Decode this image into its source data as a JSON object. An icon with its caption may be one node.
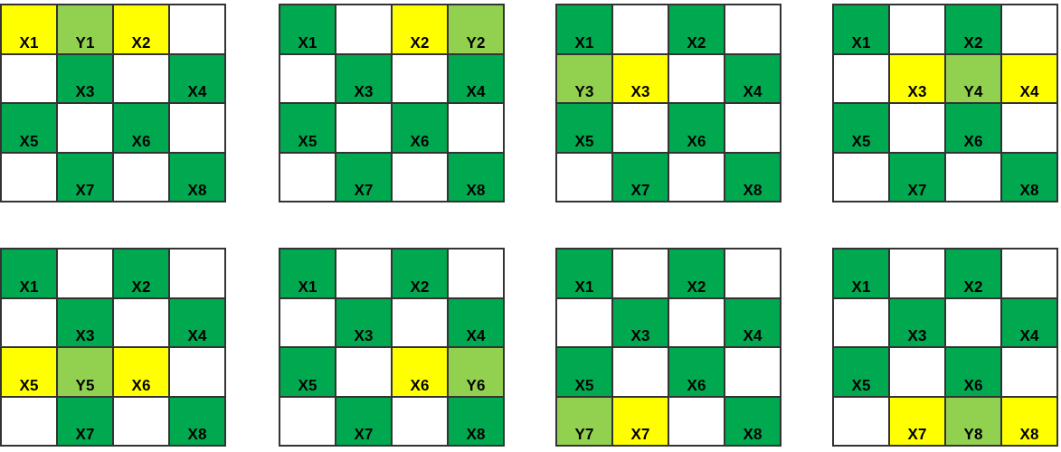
{
  "diagram": {
    "nodes": [
      {
        "text": [],
        "shape": "grid"
      },
      {
        "text": [
          "X1"
        ],
        "in": 0
      },
      {
        "text": [
          "Y1"
        ],
        "in": 0
      },
      {
        "text": [
          "X2"
        ],
        "in": 0
      },
      {
        "text": [],
        "shape": "box",
        "in": 0
      },
      {
        "text": [],
        "shape": "box",
        "in": 0
      },
      {
        "text": [
          "X3"
        ],
        "in": 0
      },
      {
        "text": [],
        "shape": "box",
        "in": 0
      },
      {
        "text": [
          "X4"
        ],
        "in": 0
      },
      {
        "text": [
          "X5"
        ],
        "in": 0
      },
      {
        "text": [],
        "shape": "box",
        "in": 0
      },
      {
        "text": [
          "X6"
        ],
        "in": 0
      },
      {
        "text": [],
        "shape": "box",
        "in": 0
      },
      {
        "text": [],
        "shape": "box",
        "in": 0
      },
      {
        "text": [
          "X7"
        ],
        "in": 0
      },
      {
        "text": [],
        "shape": "box",
        "in": 0
      },
      {
        "text": [
          "X8"
        ],
        "in": 0
      },
      {
        "text": [],
        "shape": "grid"
      },
      {
        "text": [
          "X1"
        ],
        "in": 17
      },
      {
        "text": [],
        "shape": "box",
        "in": 17
      },
      {
        "text": [
          "X2"
        ],
        "in": 17
      },
      {
        "text": [
          "Y2"
        ],
        "in": 17
      },
      {
        "text": [],
        "shape": "box",
        "in": 17
      },
      {
        "text": [
          "X3"
        ],
        "in": 17
      },
      {
        "text": [],
        "shape": "box",
        "in": 17
      },
      {
        "text": [
          "X4"
        ],
        "in": 17
      },
      {
        "text": [
          "X5"
        ],
        "in": 17
      },
      {
        "text": [],
        "shape": "box",
        "in": 17
      },
      {
        "text": [
          "X6"
        ],
        "in": 17
      },
      {
        "text": [],
        "shape": "box",
        "in": 17
      },
      {
        "text": [],
        "shape": "box",
        "in": 17
      },
      {
        "text": [
          "X7"
        ],
        "in": 17
      },
      {
        "text": [],
        "shape": "box",
        "in": 17
      },
      {
        "text": [
          "X8"
        ],
        "in": 17
      },
      {
        "text": [],
        "shape": "grid"
      },
      {
        "text": [
          "X1"
        ],
        "in": 34
      },
      {
        "text": [],
        "shape": "box",
        "in": 34
      },
      {
        "text": [
          "X2"
        ],
        "in": 34
      },
      {
        "text": [],
        "shape": "box",
        "in": 34
      },
      {
        "text": [
          "Y3"
        ],
        "in": 34
      },
      {
        "text": [
          "X3"
        ],
        "in": 34
      },
      {
        "text": [],
        "shape": "box",
        "in": 34
      },
      {
        "text": [
          "X4"
        ],
        "in": 34
      },
      {
        "text": [
          "X5"
        ],
        "in": 34
      },
      {
        "text": [],
        "shape": "box",
        "in": 34
      },
      {
        "text": [
          "X6"
        ],
        "in": 34
      },
      {
        "text": [],
        "shape": "box",
        "in": 34
      },
      {
        "text": [],
        "shape": "box",
        "in": 34
      },
      {
        "text": [
          "X7"
        ],
        "in": 34
      },
      {
        "text": [],
        "shape": "box",
        "in": 34
      },
      {
        "text": [
          "X8"
        ],
        "in": 34
      },
      {
        "text": [],
        "shape": "grid"
      },
      {
        "text": [
          "X1"
        ],
        "in": 51
      },
      {
        "text": [],
        "shape": "box",
        "in": 51
      },
      {
        "text": [
          "X2"
        ],
        "in": 51
      },
      {
        "text": [],
        "shape": "box",
        "in": 51
      },
      {
        "text": [],
        "shape": "box",
        "in": 51
      },
      {
        "text": [
          "X3"
        ],
        "in": 51
      },
      {
        "text": [
          "Y4"
        ],
        "in": 51
      },
      {
        "text": [
          "X4"
        ],
        "in": 51
      },
      {
        "text": [
          "X5"
        ],
        "in": 51
      },
      {
        "text": [],
        "shape": "box",
        "in": 51
      },
      {
        "text": [
          "X6"
        ],
        "in": 51
      },
      {
        "text": [],
        "shape": "box",
        "in": 51
      },
      {
        "text": [],
        "shape": "box",
        "in": 51
      },
      {
        "text": [
          "X7"
        ],
        "in": 51
      },
      {
        "text": [],
        "shape": "box",
        "in": 51
      },
      {
        "text": [
          "X8"
        ],
        "in": 51
      },
      {
        "text": [],
        "shape": "grid"
      },
      {
        "text": [
          "X1"
        ],
        "in": 68
      },
      {
        "text": [],
        "shape": "box",
        "in": 68
      },
      {
        "text": [
          "X2"
        ],
        "in": 68
      },
      {
        "text": [],
        "shape": "box",
        "in": 68
      },
      {
        "text": [],
        "shape": "box",
        "in": 68
      },
      {
        "text": [
          "X3"
        ],
        "in": 68
      },
      {
        "text": [],
        "shape": "box",
        "in": 68
      },
      {
        "text": [
          "X4"
        ],
        "in": 68
      },
      {
        "text": [
          "X5"
        ],
        "in": 68
      },
      {
        "text": [
          "Y5"
        ],
        "in": 68
      },
      {
        "text": [
          "X6"
        ],
        "in": 68
      },
      {
        "text": [],
        "shape": "box",
        "in": 68
      },
      {
        "text": [],
        "shape": "box",
        "in": 68
      },
      {
        "text": [
          "X7"
        ],
        "in": 68
      },
      {
        "text": [],
        "shape": "box",
        "in": 68
      },
      {
        "text": [
          "X8"
        ],
        "in": 68
      },
      {
        "text": [],
        "shape": "grid"
      },
      {
        "text": [
          "X1"
        ],
        "in": 85
      },
      {
        "text": [],
        "shape": "box",
        "in": 85
      },
      {
        "text": [
          "X2"
        ],
        "in": 85
      },
      {
        "text": [],
        "shape": "box",
        "in": 85
      },
      {
        "text": [],
        "shape": "box",
        "in": 85
      },
      {
        "text": [
          "X3"
        ],
        "in": 85
      },
      {
        "text": [],
        "shape": "box",
        "in": 85
      },
      {
        "text": [
          "X4"
        ],
        "in": 85
      },
      {
        "text": [
          "X5"
        ],
        "in": 85
      },
      {
        "text": [],
        "shape": "box",
        "in": 85
      },
      {
        "text": [
          "X6"
        ],
        "in": 85
      },
      {
        "text": [
          "Y6"
        ],
        "in": 85
      },
      {
        "text": [],
        "shape": "box",
        "in": 85
      },
      {
        "text": [
          "X7"
        ],
        "in": 85
      },
      {
        "text": [],
        "shape": "box",
        "in": 85
      },
      {
        "text": [
          "X8"
        ],
        "in": 85
      },
      {
        "text": [],
        "shape": "grid"
      },
      {
        "text": [
          "X1"
        ],
        "in": 102
      },
      {
        "text": [],
        "shape": "box",
        "in": 102
      },
      {
        "text": [
          "X2"
        ],
        "in": 102
      },
      {
        "text": [],
        "shape": "box",
        "in": 102
      },
      {
        "text": [],
        "shape": "box",
        "in": 102
      },
      {
        "text": [
          "X3"
        ],
        "in": 102
      },
      {
        "text": [],
        "shape": "box",
        "in": 102
      },
      {
        "text": [
          "X4"
        ],
        "in": 102
      },
      {
        "text": [
          "X5"
        ],
        "in": 102
      },
      {
        "text": [],
        "shape": "box",
        "in": 102
      },
      {
        "text": [
          "X6"
        ],
        "in": 102
      },
      {
        "text": [],
        "shape": "box",
        "in": 102
      },
      {
        "text": [
          "Y7"
        ],
        "in": 102
      },
      {
        "text": [
          "X7"
        ],
        "in": 102
      },
      {
        "text": [],
        "shape": "box",
        "in": 102
      },
      {
        "text": [
          "X8"
        ],
        "in": 102
      },
      {
        "text": [],
        "shape": "grid"
      },
      {
        "text": [
          "X1"
        ],
        "in": 119
      },
      {
        "text": [],
        "shape": "box",
        "in": 119
      },
      {
        "text": [
          "X2"
        ],
        "in": 119
      },
      {
        "text": [],
        "shape": "box",
        "in": 119
      },
      {
        "text": [],
        "shape": "box",
        "in": 119
      },
      {
        "text": [
          "X3"
        ],
        "in": 119
      },
      {
        "text": [],
        "shape": "box",
        "in": 119
      },
      {
        "text": [
          "X4"
        ],
        "in": 119
      },
      {
        "text": [
          "X5"
        ],
        "in": 119
      },
      {
        "text": [],
        "shape": "box",
        "in": 119
      },
      {
        "text": [
          "X6"
        ],
        "in": 119
      },
      {
        "text": [],
        "shape": "box",
        "in": 119
      },
      {
        "text": [],
        "shape": "box",
        "in": 119
      },
      {
        "text": [
          "X7"
        ],
        "in": 119
      },
      {
        "text": [
          "Y8"
        ],
        "in": 119
      },
      {
        "text": [
          "X8"
        ],
        "in": 119
      }
    ]
  }
}
